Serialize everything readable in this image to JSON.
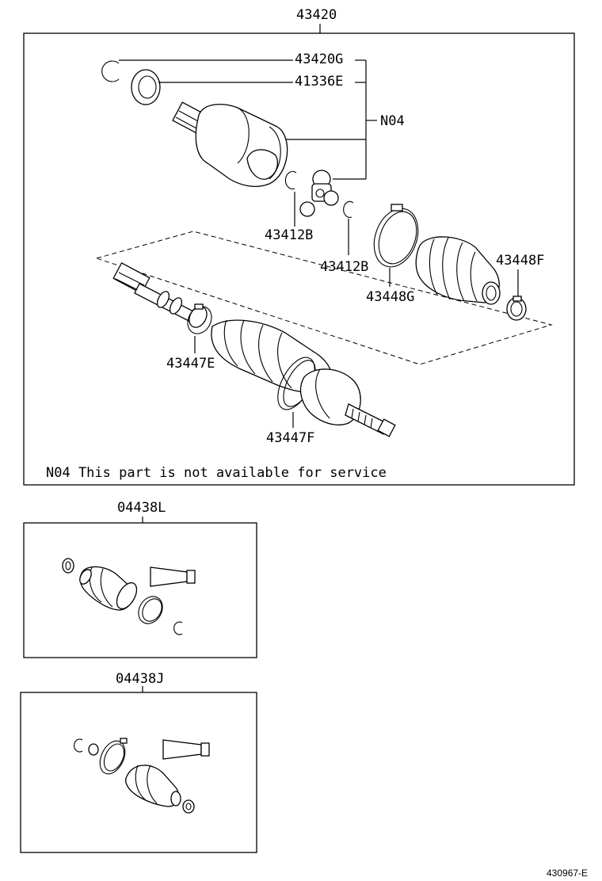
{
  "callouts": {
    "assembly": "43420",
    "snap_ring_outer": "43420G",
    "seal": "41336E",
    "n04_group": "N04",
    "snap_ring_left": "43412B",
    "snap_ring_right": "43412B",
    "band_inner": "43448G",
    "band_small": "43448F",
    "clamp_outer_small": "43447E",
    "clamp_outer_large": "43447F",
    "kit_inboard": "04438L",
    "kit_outboard": "04438J"
  },
  "note": "N04 This part is not available for service",
  "figure_ref": "430967-E"
}
